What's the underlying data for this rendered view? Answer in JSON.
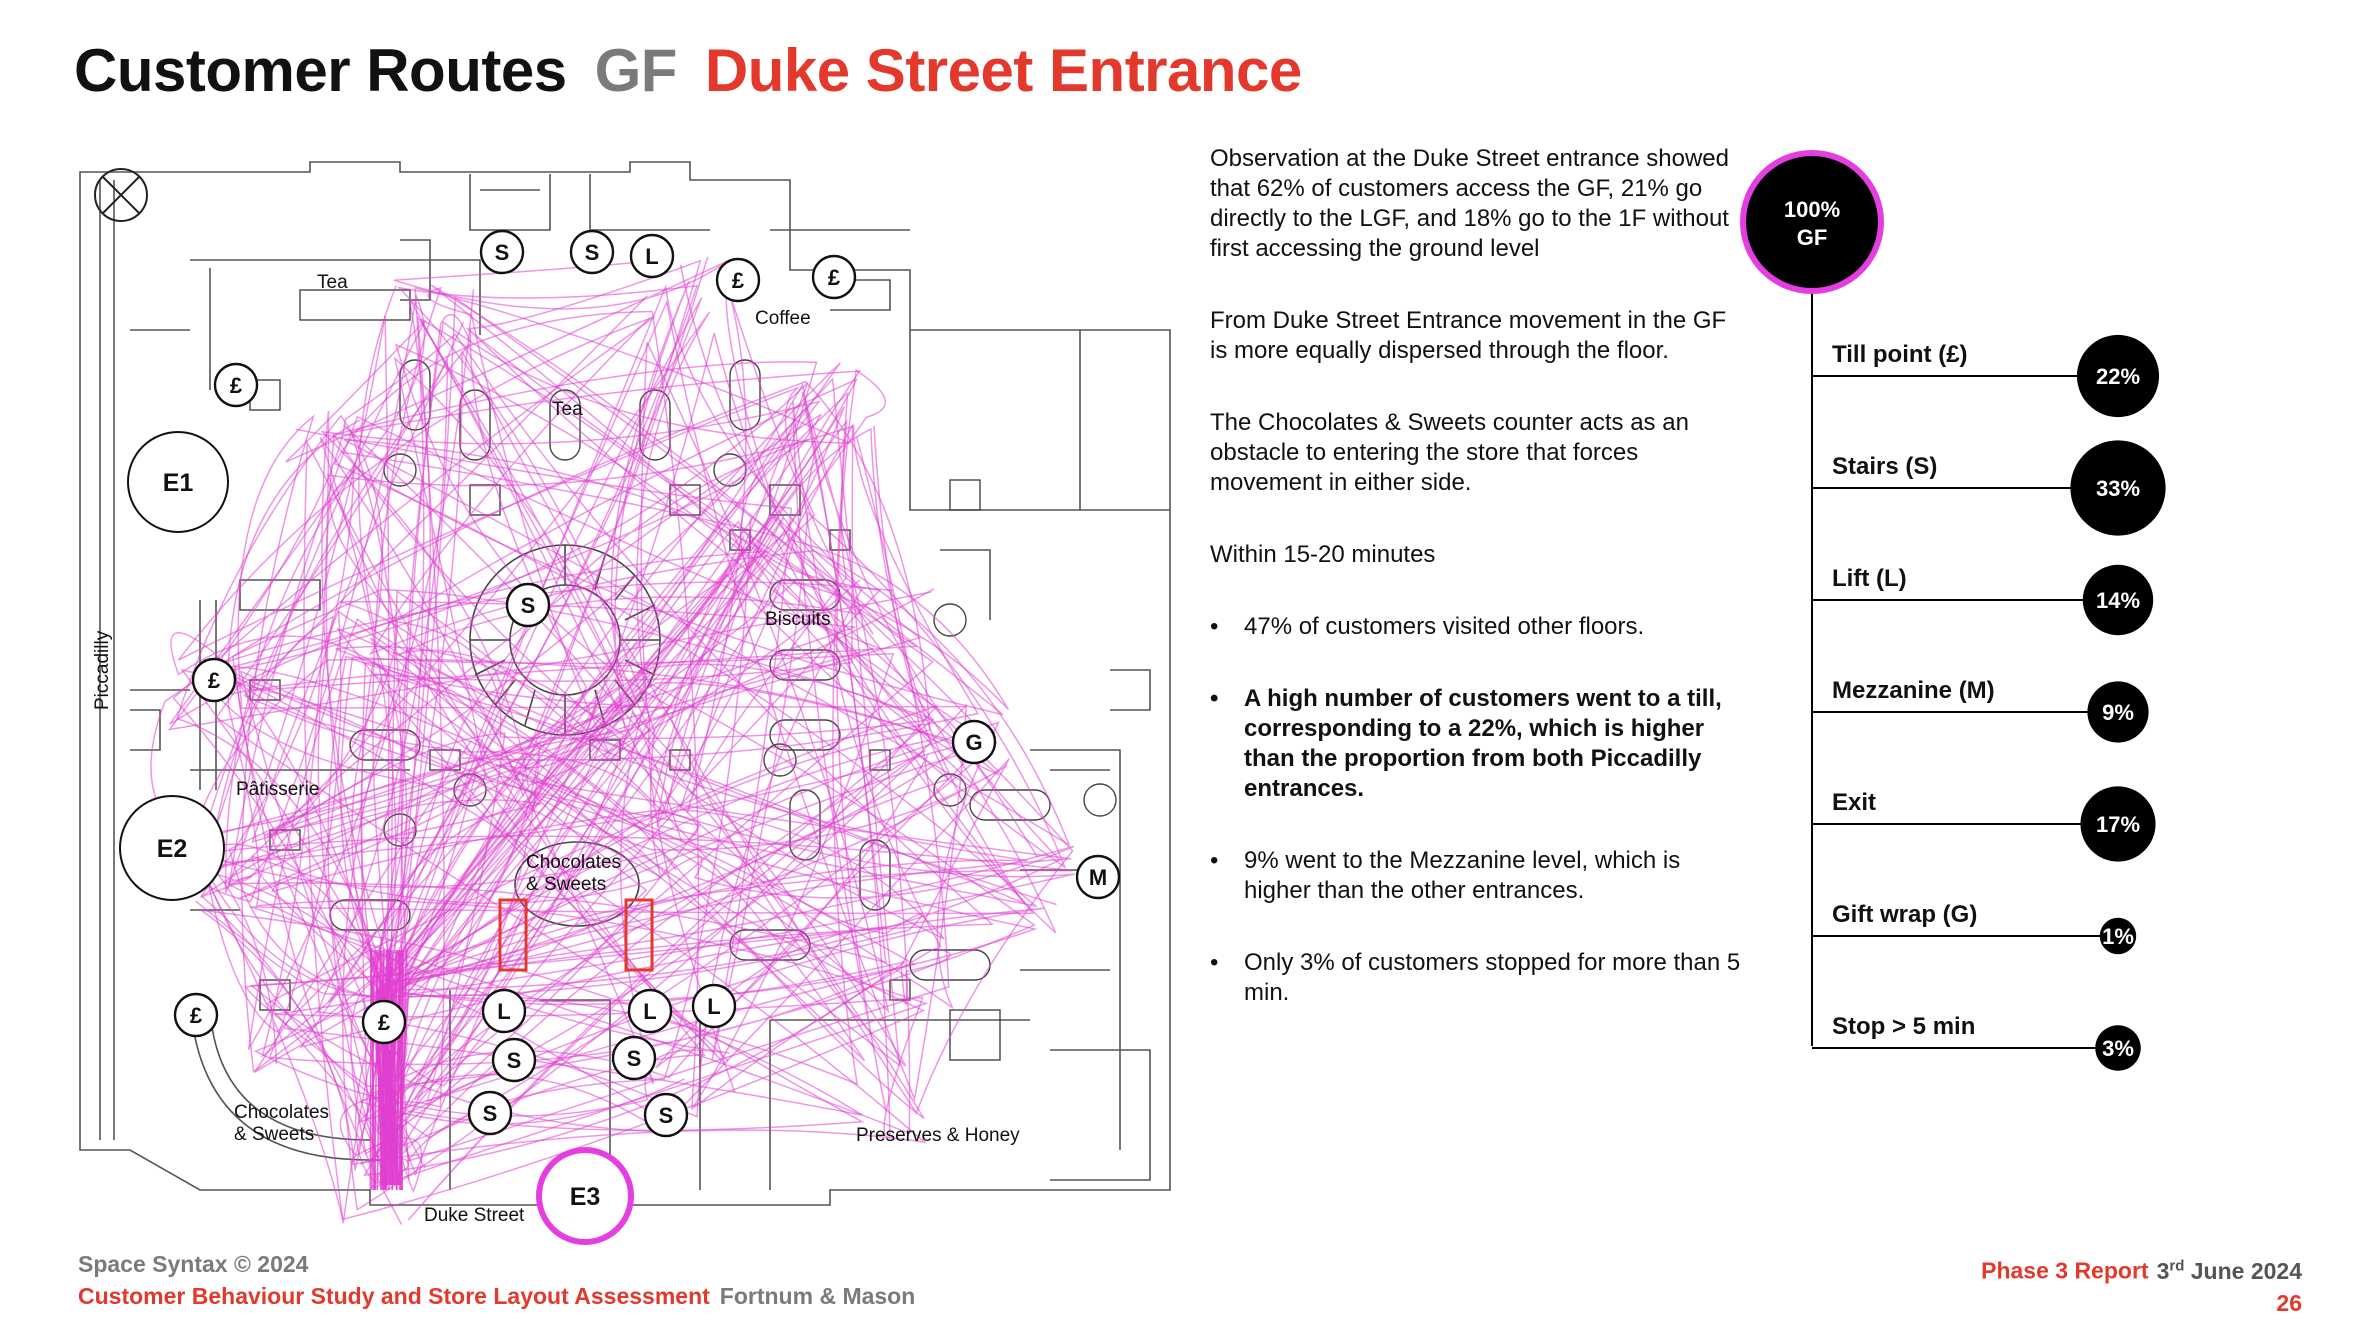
{
  "title": {
    "main": "Customer Routes",
    "floor": "GF",
    "entrance": "Duke Street Entrance"
  },
  "plan": {
    "labels": {
      "tea_top": "Tea",
      "coffee": "Coffee",
      "tea_mid": "Tea",
      "biscuits": "Biscuits",
      "patisserie": "Pâtisserie",
      "choc_center_1": "Chocolates",
      "choc_center_2": "& Sweets",
      "choc_corner_1": "Chocolates",
      "choc_corner_2": "& Sweets",
      "preserves": "Preserves & Honey",
      "duke_street": "Duke Street",
      "piccadilly": "Piccadilly"
    },
    "entrances": {
      "e1": "E1",
      "e2": "E2",
      "e3": "E3"
    },
    "markers": {
      "stairs": "S",
      "lift": "L",
      "till": "£",
      "gift": "G",
      "mezz": "M"
    },
    "colors": {
      "routes": "#e040d0",
      "entrance_highlight": "#e43ee0",
      "obstacle": "#e3382c"
    }
  },
  "text": {
    "p1": "Observation at the Duke Street entrance showed that 62% of customers access the GF, 21% go directly to the LGF, and 18% go to the 1F without first accessing the ground level",
    "p2": "From Duke Street Entrance movement in the GF is more equally dispersed through the floor.",
    "p3": "The Chocolates & Sweets counter acts as an obstacle to entering the store that forces movement in either side.",
    "p4": "Within 15-20 minutes",
    "bullet_char": "•",
    "b1": "47% of customers visited other floors.",
    "b2": "A high number of customers went to a till, corresponding to a 22%, which is higher than the proportion from both Piccadilly entrances.",
    "b3": "9% went to the Mezzanine level, which is higher than the other entrances.",
    "b4": "Only 3% of customers stopped for more than 5 min."
  },
  "flow": {
    "root": {
      "line1": "100%",
      "line2": "GF"
    },
    "items": [
      {
        "label": "Till point (£)",
        "value": "22%",
        "share": 22
      },
      {
        "label": "Stairs (S)",
        "value": "33%",
        "share": 33
      },
      {
        "label": "Lift  (L)",
        "value": "14%",
        "share": 14
      },
      {
        "label": "Mezzanine  (M)",
        "value": "9%",
        "share": 9
      },
      {
        "label": "Exit",
        "value": "17%",
        "share": 17
      },
      {
        "label": "Gift wrap (G)",
        "value": "1%",
        "share": 1
      },
      {
        "label": "Stop > 5 min",
        "value": "3%",
        "share": 3
      }
    ],
    "colors": {
      "bubble": "#000000",
      "root_ring": "#e43ee0"
    }
  },
  "footer": {
    "copyright": "Space Syntax © 2024",
    "study": "Customer Behaviour Study and Store Layout Assessment",
    "client": "Fortnum & Mason",
    "report": "Phase 3 Report",
    "date_day": "3",
    "date_suffix": "rd",
    "date_rest": "June 2024",
    "page": "26"
  }
}
